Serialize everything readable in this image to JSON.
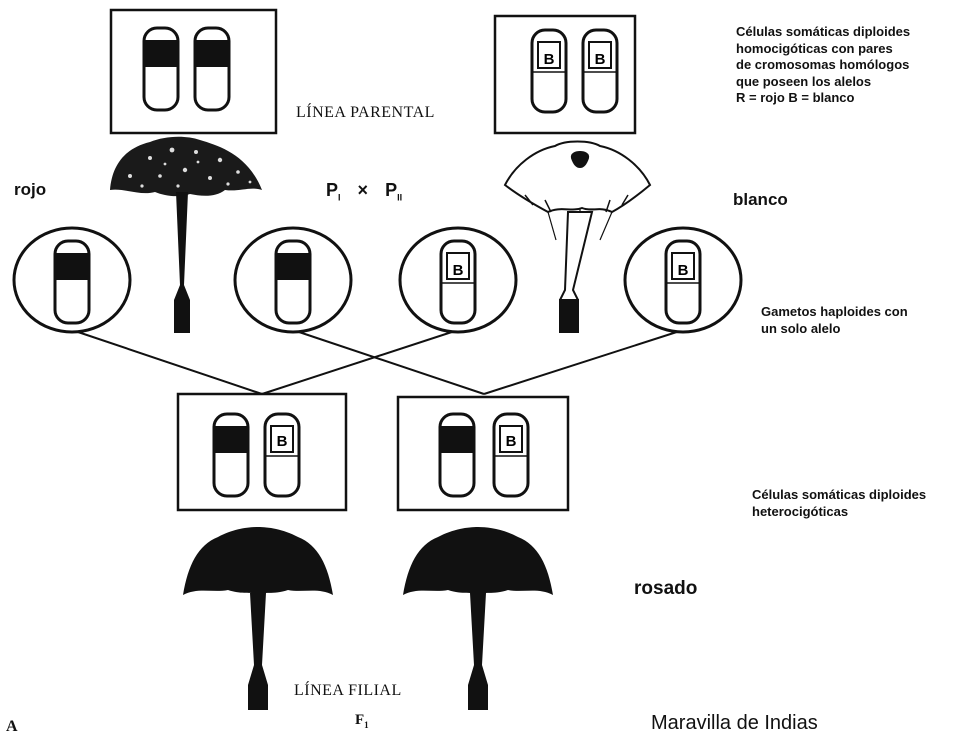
{
  "labels": {
    "parental_line": "LÍNEA PARENTAL",
    "filial_line": "LÍNEA FILIAL",
    "red": "rojo",
    "white": "blanco",
    "pink": "rosado",
    "p1": "P",
    "p1_sub": "I",
    "cross": "×",
    "p2": "P",
    "p2_sub": "II",
    "f1": "F",
    "f1_sub": "1",
    "caption": "Maravilla de Indias",
    "corner": "A"
  },
  "descriptions": {
    "homozygous": "Células somáticas diploides\nhomocigóticas con pares\nde cromosomas homólogos\nque poseen los alelos\nR = rojo  B = blanco",
    "gametes": "Gametos haploides con\nun solo alelo",
    "heterozygous": "Células somáticas diploides\nheterocigóticas"
  },
  "allele_mark": "B",
  "colors": {
    "ink": "#111111",
    "background": "#ffffff"
  }
}
